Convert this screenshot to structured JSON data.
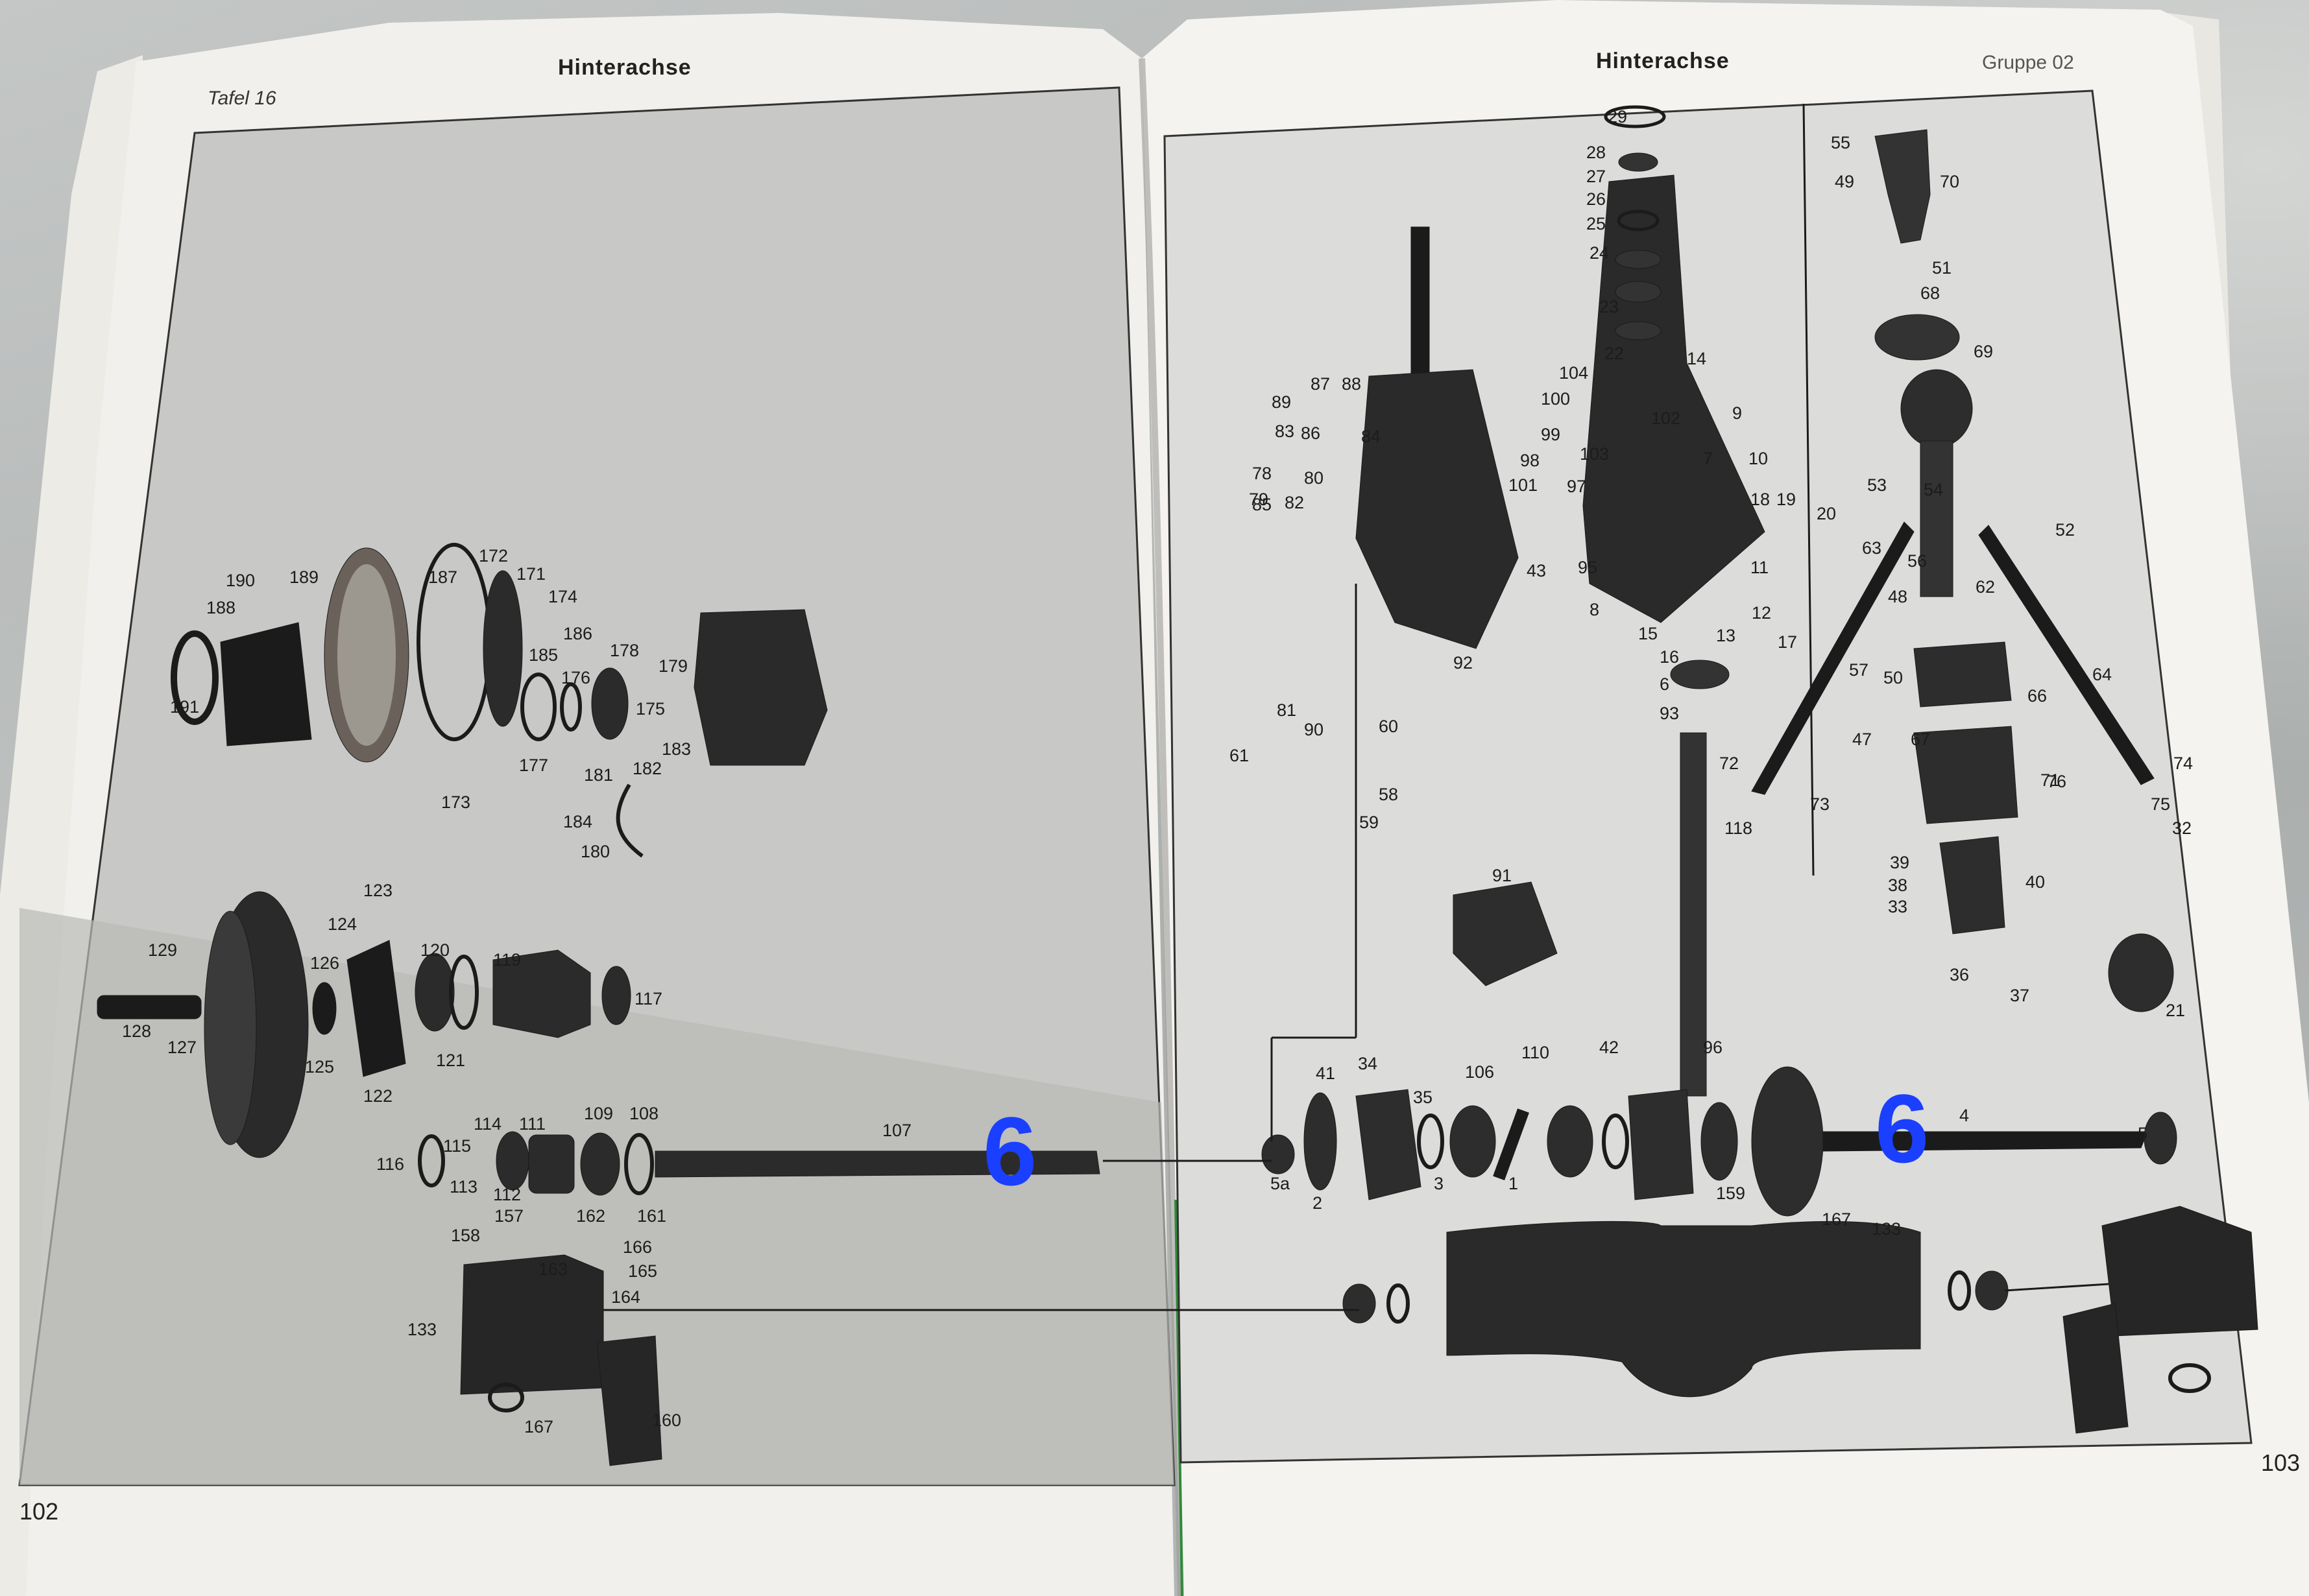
{
  "left_page": {
    "plate": "Tafel 16",
    "title": "Hinterachse",
    "page_number": "102",
    "part_labels": [
      "190",
      "189",
      "188",
      "191",
      "187",
      "172",
      "171",
      "174",
      "186",
      "185",
      "176",
      "178",
      "179",
      "175",
      "177",
      "183",
      "182",
      "181",
      "173",
      "184",
      "180",
      "123",
      "124",
      "129",
      "126",
      "120",
      "119",
      "117",
      "128",
      "127",
      "125",
      "121",
      "122",
      "116",
      "115",
      "114",
      "111",
      "109",
      "108",
      "107",
      "113",
      "112",
      "157",
      "162",
      "161",
      "158",
      "166",
      "163",
      "165",
      "164",
      "133",
      "167",
      "160"
    ]
  },
  "right_page": {
    "title": "Hinterachse",
    "group": "Gruppe 02",
    "page_number": "103",
    "part_labels": [
      "29",
      "28",
      "27",
      "26",
      "25",
      "24",
      "23",
      "22",
      "14",
      "104",
      "100",
      "9",
      "99",
      "98",
      "103",
      "102",
      "7",
      "10",
      "101",
      "97",
      "18",
      "19",
      "20",
      "43",
      "95",
      "8",
      "11",
      "12",
      "13",
      "17",
      "15",
      "16",
      "6",
      "93",
      "92",
      "89",
      "87",
      "88",
      "83",
      "86",
      "84",
      "85",
      "80",
      "78",
      "82",
      "79",
      "81",
      "90",
      "60",
      "61",
      "58",
      "59",
      "55",
      "49",
      "70",
      "51",
      "68",
      "69",
      "53",
      "54",
      "52",
      "63",
      "56",
      "48",
      "62",
      "57",
      "50",
      "66",
      "64",
      "47",
      "67",
      "72",
      "73",
      "74",
      "71",
      "75",
      "76",
      "118",
      "32",
      "39",
      "38",
      "33",
      "40",
      "36",
      "37",
      "21",
      "91",
      "41",
      "34",
      "35",
      "106",
      "110",
      "42",
      "96",
      "5a",
      "2",
      "3",
      "1",
      "4",
      "5",
      "159",
      "167",
      "133"
    ]
  },
  "annotations": {
    "mark_left": "6",
    "mark_right": "6",
    "mark_color": "#1a3fff"
  }
}
